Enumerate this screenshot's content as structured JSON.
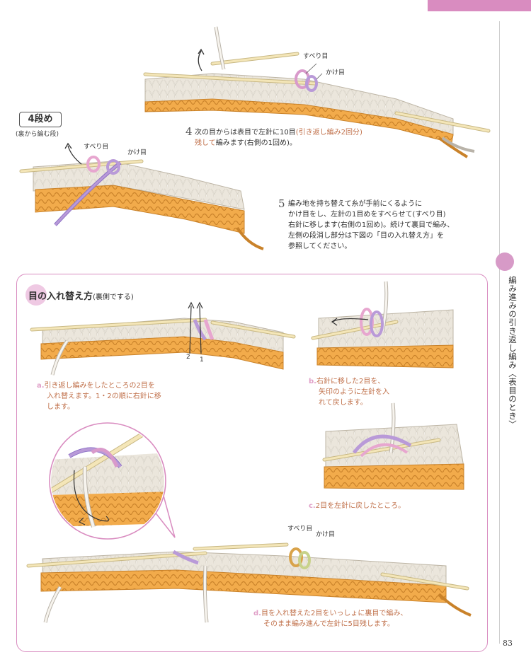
{
  "side": {
    "title": "編み進みの引き返し編み〈表目のとき〉",
    "page_number": "83"
  },
  "top_figure": {
    "label_suberi": "すべり目",
    "label_kake": "かけ目"
  },
  "step4": {
    "number": "4",
    "line1_a": "次の目からは表目で左針に10目",
    "line1_b": "(引き返し編み2回分)",
    "line2_a": "残して",
    "line2_b": "編みます(右側の1回め)。"
  },
  "row4": {
    "badge": "4段め",
    "sub": "(裏から編む段)",
    "label_suberi": "すべり目",
    "label_kake": "かけ目"
  },
  "step5": {
    "number": "5",
    "lines": [
      "編み地を持ち替えて糸が手前にくるように",
      "かけ目をし、左針の1目めをすべらせて(すべり目)",
      "右針に移します(右側の1回め)。続けて裏目で編み、",
      "左側の段消し部分は下図の「目の入れ替え方」を",
      "参照してください。"
    ]
  },
  "panel": {
    "title": "目の入れ替え方",
    "title_sub": "(裏側でする)",
    "num_1": "1",
    "num_2": "2",
    "cap_a": {
      "letter": "a.",
      "lines": [
        "引き返し編みをしたところの2目を",
        "入れ替えます。1・2の順に右針に移",
        "します。"
      ]
    },
    "cap_b": {
      "letter": "b.",
      "lines": [
        "右針に移した2目を、",
        "矢印のように左針を入",
        "れて戻します。"
      ]
    },
    "cap_c": {
      "letter": "c.",
      "text": "2目を左針に戻したところ。"
    },
    "cap_d": {
      "letter": "d.",
      "lines": [
        "目を入れ替えた2目をいっしょに裏目で編み、",
        "そのまま編み進んで左針に5目残します。"
      ]
    },
    "label_suberi": "すべり目",
    "label_kake": "かけ目"
  },
  "colors": {
    "accent_pink": "#d98cc0",
    "yarn_orange": "#f0a640",
    "yarn_white": "#f3efe8",
    "yarn_purple": "#b99ad8",
    "needle": "#f4e6b8"
  }
}
